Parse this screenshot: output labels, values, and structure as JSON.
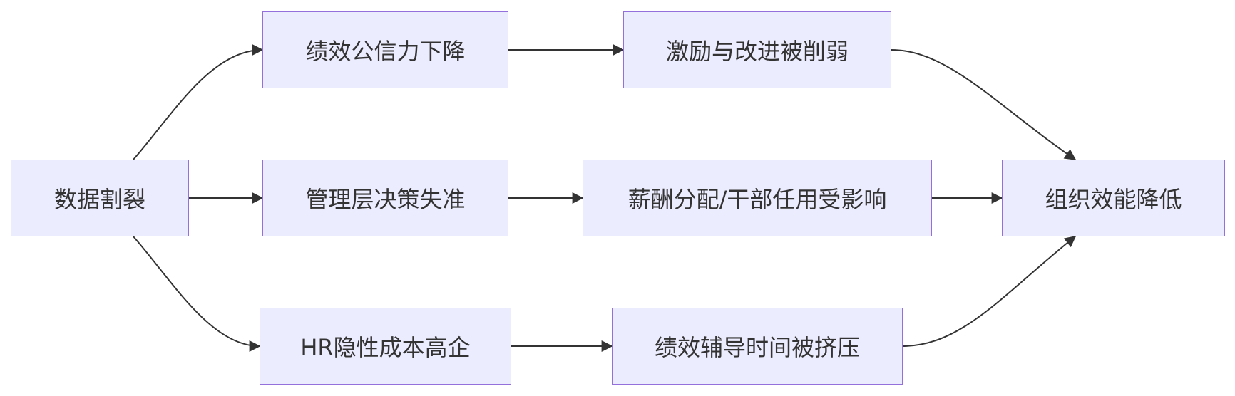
{
  "nodes": {
    "data_fragmentation": "数据割裂",
    "credibility_drop": "绩效公信力下降",
    "management_misjudgment": "管理层决策失准",
    "hr_hidden_cost": "HR隐性成本高企",
    "incentive_weakened": "激励与改进被削弱",
    "pay_cadre_impacted": "薪酬分配/干部任用受影响",
    "coaching_squeezed": "绩效辅导时间被挤压",
    "org_efficiency_down": "组织效能降低"
  },
  "edges": [
    {
      "from": "data_fragmentation",
      "to": "credibility_drop"
    },
    {
      "from": "data_fragmentation",
      "to": "management_misjudgment"
    },
    {
      "from": "data_fragmentation",
      "to": "hr_hidden_cost"
    },
    {
      "from": "credibility_drop",
      "to": "incentive_weakened"
    },
    {
      "from": "management_misjudgment",
      "to": "pay_cadre_impacted"
    },
    {
      "from": "hr_hidden_cost",
      "to": "coaching_squeezed"
    },
    {
      "from": "incentive_weakened",
      "to": "org_efficiency_down"
    },
    {
      "from": "pay_cadre_impacted",
      "to": "org_efficiency_down"
    },
    {
      "from": "coaching_squeezed",
      "to": "org_efficiency_down"
    }
  ],
  "colors": {
    "node_fill": "#ECECFF",
    "node_border": "#9370DB",
    "edge": "#333333",
    "text": "#333333"
  }
}
